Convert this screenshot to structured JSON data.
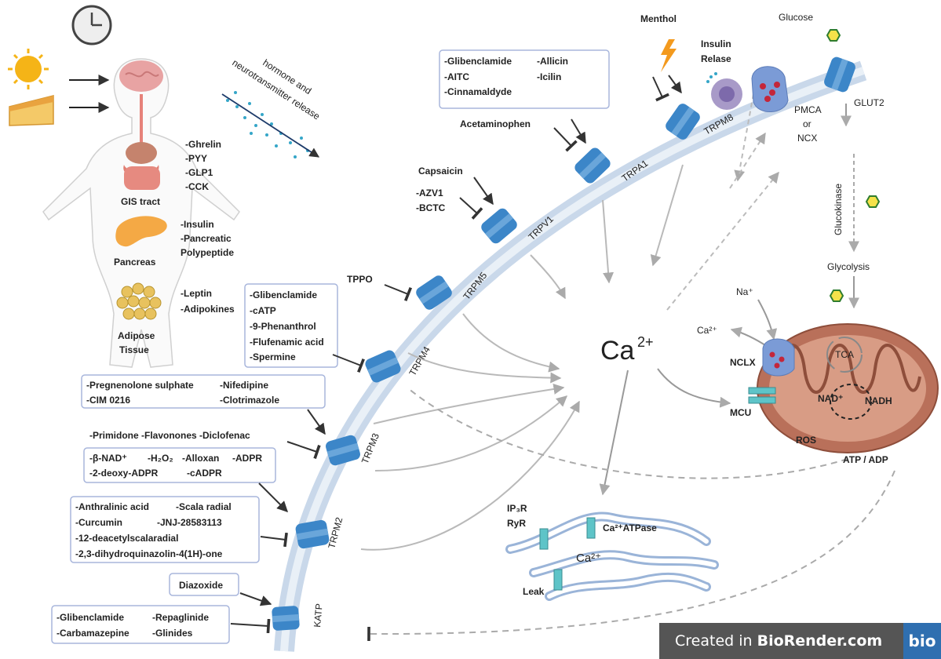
{
  "colors": {
    "channel": "#3c86c8",
    "membrane": "#c9d8ea",
    "mito": "#b9705a",
    "arrow": "#333333",
    "box_border": "#a8b6dc",
    "brand_bg": "#555555",
    "brand_logo": "#2f6fb0"
  },
  "icons": {
    "clock": "clock-icon",
    "sun": "sun-icon",
    "cheese": "cheese-icon",
    "glucose": "glucose-hexagon-icon",
    "lightning": "lightning-icon"
  },
  "inputs": {
    "hormone": "hormone and",
    "neuro": "neurotransmitter release"
  },
  "organs": {
    "gi": {
      "label": "GIS tract",
      "hormones": [
        "-Ghrelin",
        "-PYY",
        "-GLP1",
        "-CCK"
      ]
    },
    "pancreas": {
      "label": "Pancreas",
      "hormones": [
        "-Insulin",
        "-Pancreatic",
        "Polypeptide"
      ]
    },
    "adipose": {
      "label1": "Adipose",
      "label2": "Tissue",
      "hormones": [
        "-Leptin",
        "-Adipokines"
      ]
    }
  },
  "channels": {
    "katp": "KATP",
    "trpm2": "TRPM2",
    "trpm3": "TRPM3",
    "trpm4": "TRPM4",
    "trpm5": "TRPM5",
    "trpv1": "TRPV1",
    "trpa1": "TRPA1",
    "trpm8": "TRPM8",
    "glut2": "GLUT2"
  },
  "modulators": {
    "trpa1_box": {
      "col1": [
        "-Glibenclamide",
        "-AITC",
        "-Cinnamaldyde"
      ],
      "col2": [
        "-Allicin",
        "-Icilin"
      ]
    },
    "acetaminophen": "Acetaminophen",
    "capsaicin": "Capsaicin",
    "trpv1_inh": [
      "-AZV1",
      "-BCTC"
    ],
    "menthol": "Menthol",
    "tppo": "TPPO",
    "trpm4_box": [
      "-Glibenclamide",
      "-cATP",
      "-9-Phenanthrol",
      "-Flufenamic acid",
      "-Spermine"
    ],
    "trpm3_box": {
      "col1": [
        "-Pregnenolone sulphate",
        "-CIM 0216"
      ],
      "col2": [
        "-Nifedipine",
        "-Clotrimazole"
      ]
    },
    "trpm3_inh": "-Primidone  -Flavonones  -Diclofenac",
    "trpm2_act": {
      "row1": [
        "-β-NAD⁺",
        "-H₂O₂",
        "-Alloxan",
        "-ADPR"
      ],
      "row2": [
        "-2-deoxy-ADPR",
        "-cADPR"
      ]
    },
    "trpm2_box": {
      "row1": [
        "-Anthralinic acid",
        "-Scala radial"
      ],
      "row2": [
        "-Curcumin",
        "-JNJ-28583113"
      ],
      "row3": "-12-deacetylscalaradial",
      "row4": "-2,3-dihydroquinazolin-4(1H)-one"
    },
    "diazoxide": "Diazoxide",
    "katp_box": {
      "col1": [
        "-Glibenclamide",
        "-Carbamazepine"
      ],
      "col2": [
        "-Repaglinide",
        "-Glinides"
      ]
    }
  },
  "right": {
    "insulin": [
      "Insulin",
      "Relase"
    ],
    "pmca": [
      "PMCA",
      "or",
      "NCX"
    ],
    "glucose": "Glucose",
    "glucokinase": "Glucokinase",
    "glycolysis": "Glycolysis",
    "na": "Na⁺",
    "ca_small": "Ca²⁺",
    "nclx": "NCLX",
    "mcu": "MCU",
    "tca": "TCA",
    "nad": "NAD⁺",
    "nadh": "NADH",
    "ros": "ROS",
    "atp": "ATP / ADP"
  },
  "center": {
    "ca": "Ca",
    "ca_sup": "2+"
  },
  "er": {
    "ip3r": "IP₃R",
    "ryr": "RyR",
    "atpase": "Ca²⁺ATPase",
    "ca": "Ca²⁺",
    "leak": "Leak"
  },
  "branding": {
    "created_in": "Created in ",
    "brand": "BioRender.com",
    "logo": "bio"
  }
}
